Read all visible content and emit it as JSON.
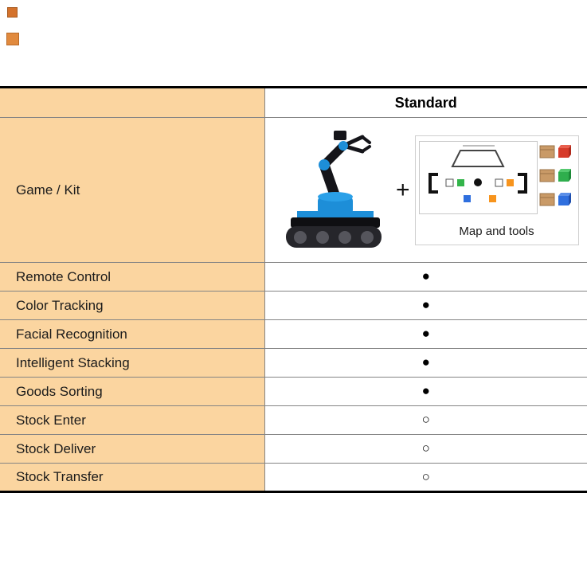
{
  "header": {
    "product_column_label": "Standard"
  },
  "kit": {
    "row_label": "Game / Kit",
    "plus_sign": "+",
    "map_caption": "Map and tools"
  },
  "features": [
    {
      "label": "Remote Control",
      "mark": "●"
    },
    {
      "label": "Color Tracking",
      "mark": "●"
    },
    {
      "label": "Facial Recognition",
      "mark": "●"
    },
    {
      "label": "Intelligent Stacking",
      "mark": "●"
    },
    {
      "label": "Goods Sorting",
      "mark": "●"
    },
    {
      "label": "Stock Enter",
      "mark": "○"
    },
    {
      "label": "Stock Deliver",
      "mark": "○"
    },
    {
      "label": "Stock Transfer",
      "mark": "○"
    }
  ],
  "legend": {
    "included_symbol": "●",
    "excluded_symbol": "○"
  },
  "colors": {
    "label_column_bg": "#FBD5A0",
    "table_border": "#000000",
    "grid_line": "#848484"
  }
}
